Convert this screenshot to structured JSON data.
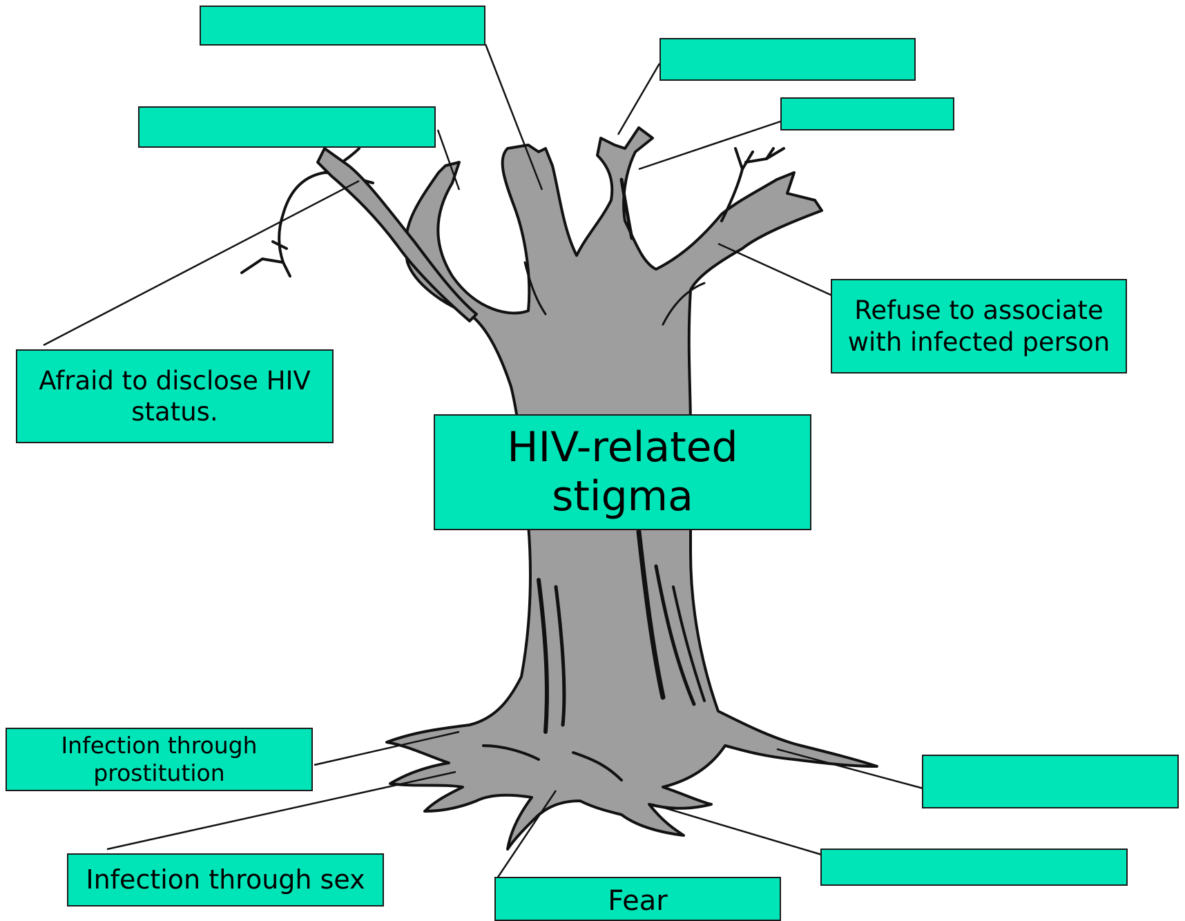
{
  "colors": {
    "box_fill": "#00e5b8",
    "trunk_fill": "#9e9e9e",
    "outline": "#111111"
  },
  "center": {
    "text": "HIV-related\nstigma"
  },
  "branch_labels": {
    "top_left_upper": "",
    "top_right_upper": "",
    "top_left": "",
    "top_right": "",
    "right_branch": "Refuse to associate with infected person",
    "left_branch": "Afraid to disclose HIV status."
  },
  "root_labels": {
    "left_upper": "Infection through prostitution",
    "left_lower": "Infection through sex",
    "bottom": "Fear",
    "right_upper": "",
    "right_lower": ""
  }
}
